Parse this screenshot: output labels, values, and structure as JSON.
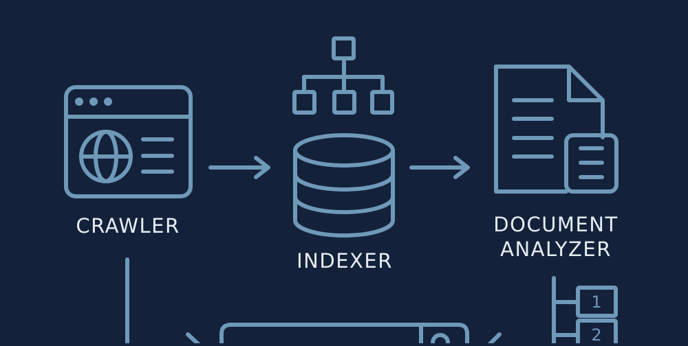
{
  "diagram": {
    "nodes": [
      {
        "id": "crawler",
        "label": "CRAWLER",
        "icon": "browser-globe-icon"
      },
      {
        "id": "indexer",
        "label": "INDEXER",
        "icon": "database-hierarchy-icon"
      },
      {
        "id": "document_analyzer",
        "label": "DOCUMENT\nANALYZER",
        "icon": "document-icon"
      },
      {
        "id": "ranked_list",
        "label": "",
        "icon": "numbered-list-icon",
        "items": [
          "1",
          "2"
        ]
      }
    ],
    "edges": [
      {
        "from": "crawler",
        "to": "indexer"
      },
      {
        "from": "indexer",
        "to": "document_analyzer"
      }
    ],
    "colors": {
      "background": "#14213a",
      "line": "#6f99b9",
      "text": "#e6edf5"
    }
  }
}
